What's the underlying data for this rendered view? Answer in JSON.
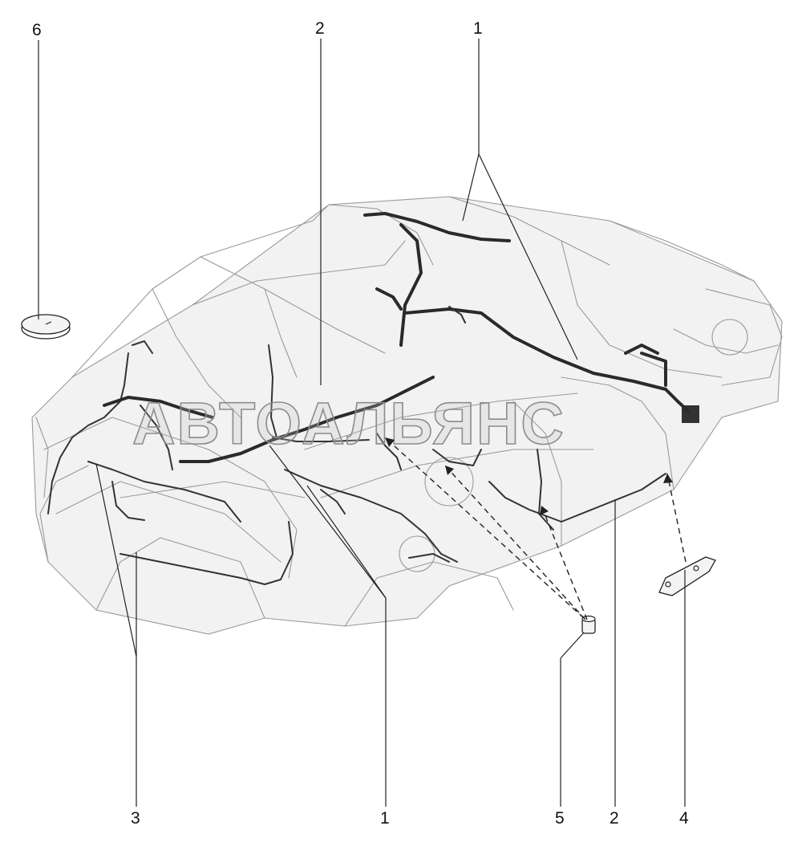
{
  "callouts": {
    "top_6": "6",
    "top_2": "2",
    "top_1": "1",
    "bottom_3": "3",
    "bottom_1": "1",
    "bottom_5": "5",
    "bottom_2": "2",
    "bottom_4": "4"
  },
  "watermark": "АВТОАЛЬЯНС",
  "colors": {
    "line": "#222222",
    "body": "#9a9a9a",
    "harness": "#2a2a2a"
  }
}
